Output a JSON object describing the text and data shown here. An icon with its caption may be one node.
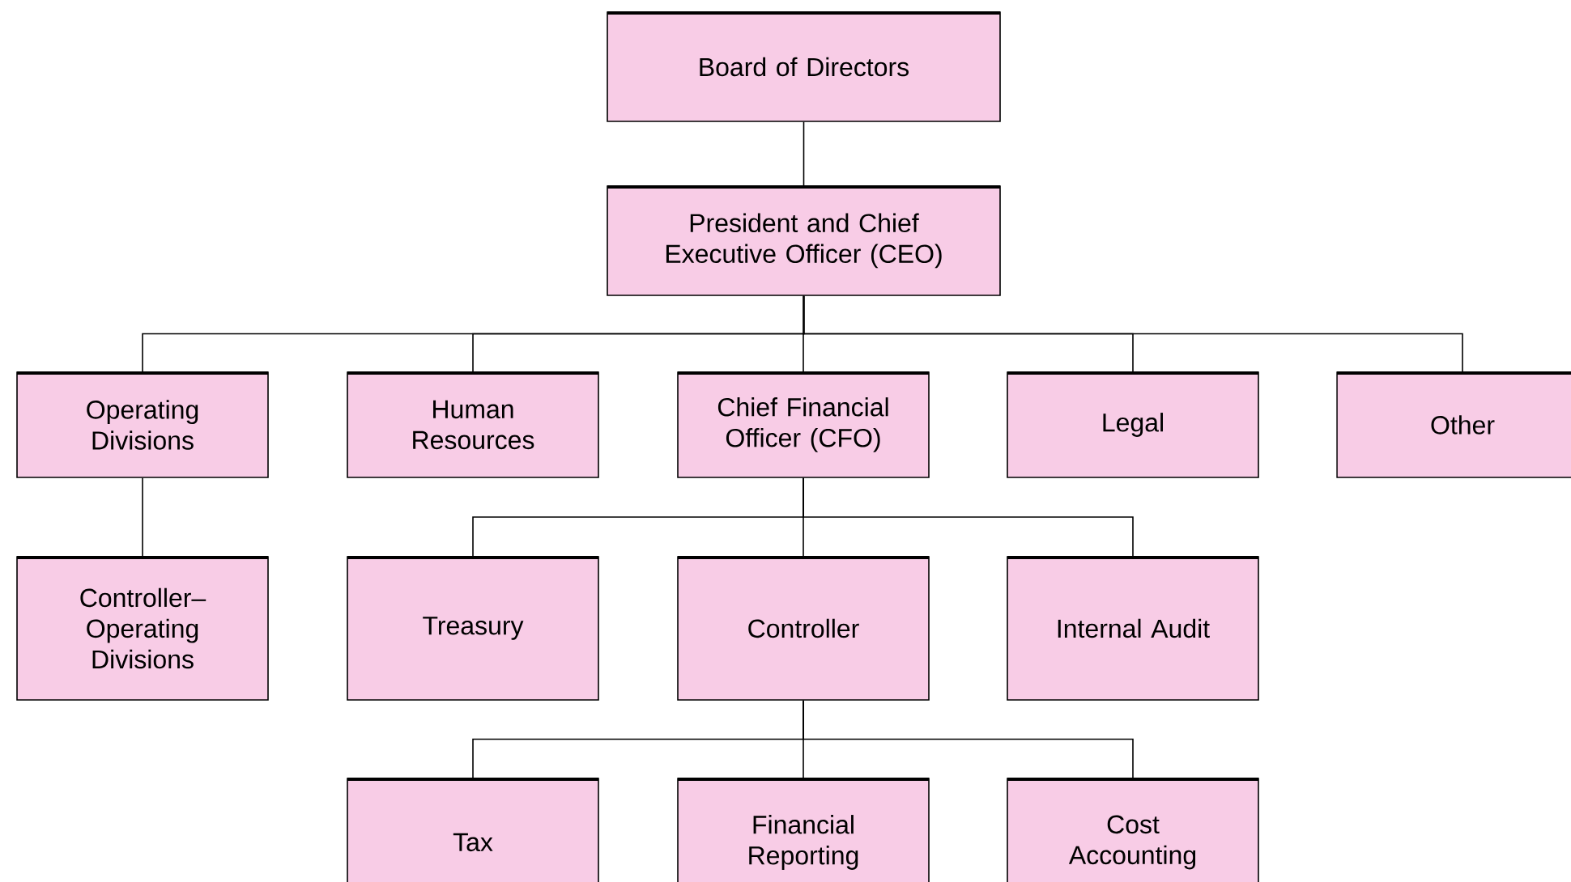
{
  "diagram": {
    "nodes": [
      {
        "text": [
          "Board of Directors"
        ]
      },
      {
        "text": [
          "President and Chief Executive Officer (CEO)"
        ]
      },
      {
        "text": [
          "Operating Divisions"
        ]
      },
      {
        "text": [
          "Human Resources"
        ]
      },
      {
        "text": [
          "Chief Financial Officer (CFO)"
        ]
      },
      {
        "text": [
          "Legal"
        ]
      },
      {
        "text": [
          "Other"
        ]
      },
      {
        "text": [
          "Controller– Operating Divisions"
        ]
      },
      {
        "text": [
          "Treasury"
        ]
      },
      {
        "text": [
          "Controller"
        ]
      },
      {
        "text": [
          "Internal Audit"
        ]
      },
      {
        "text": [
          "Tax"
        ]
      },
      {
        "text": [
          "Financial Reporting"
        ]
      },
      {
        "text": [
          "Cost Accounting"
        ]
      }
    ],
    "edges": [
      {
        "from": 0,
        "to": 1,
        "arrow": "none"
      },
      {
        "from": 1,
        "to": 2,
        "arrow": "none"
      },
      {
        "from": 1,
        "to": 3,
        "arrow": "none"
      },
      {
        "from": 1,
        "to": 4,
        "arrow": "none"
      },
      {
        "from": 1,
        "to": 5,
        "arrow": "none"
      },
      {
        "from": 1,
        "to": 6,
        "arrow": "none"
      },
      {
        "from": 2,
        "to": 7,
        "arrow": "none"
      },
      {
        "from": 4,
        "to": 8,
        "arrow": "none"
      },
      {
        "from": 4,
        "to": 9,
        "arrow": "none"
      },
      {
        "from": 4,
        "to": 10,
        "arrow": "none"
      },
      {
        "from": 9,
        "to": 11,
        "arrow": "none"
      },
      {
        "from": 9,
        "to": 12,
        "arrow": "none"
      },
      {
        "from": 9,
        "to": 13,
        "arrow": "none"
      }
    ]
  }
}
